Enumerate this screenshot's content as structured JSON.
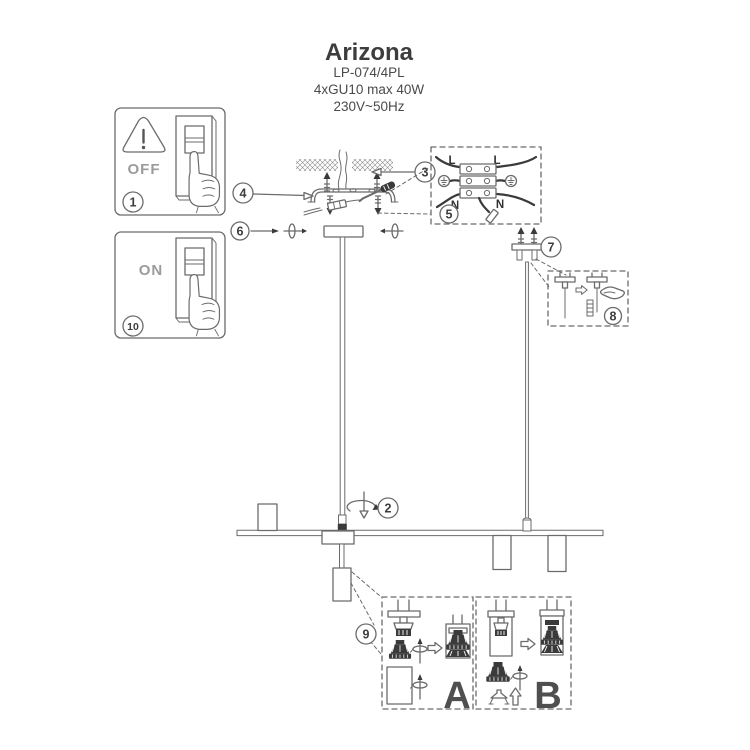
{
  "product": {
    "name": "Arizona",
    "model": "LP-074/4PL",
    "lamp_spec": "4xGU10 max 40W",
    "voltage": "230V~50Hz"
  },
  "power_off_box": {
    "step": "1",
    "label": "OFF"
  },
  "power_on_box": {
    "step": "10",
    "label": "ON"
  },
  "steps": {
    "rotate_pole": "2",
    "ceiling_wires": "3",
    "mounting_bracket": "4",
    "wiring_box": "5",
    "canopy_screws": "6",
    "cable_mount": "7",
    "cable_adjust": "8",
    "bulb_install": "9"
  },
  "wiring": {
    "terminal_left_live": "L",
    "terminal_right_live": "L",
    "terminal_left_neutral": "N",
    "terminal_right_neutral": "N"
  },
  "bulb_box": {
    "method_a": "A",
    "method_b": "B"
  },
  "colors": {
    "line": "#6b6b6b",
    "dark": "#3a3a3a",
    "text": "#3d3d3d",
    "muted": "#9b9b9b",
    "background": "#ffffff"
  }
}
